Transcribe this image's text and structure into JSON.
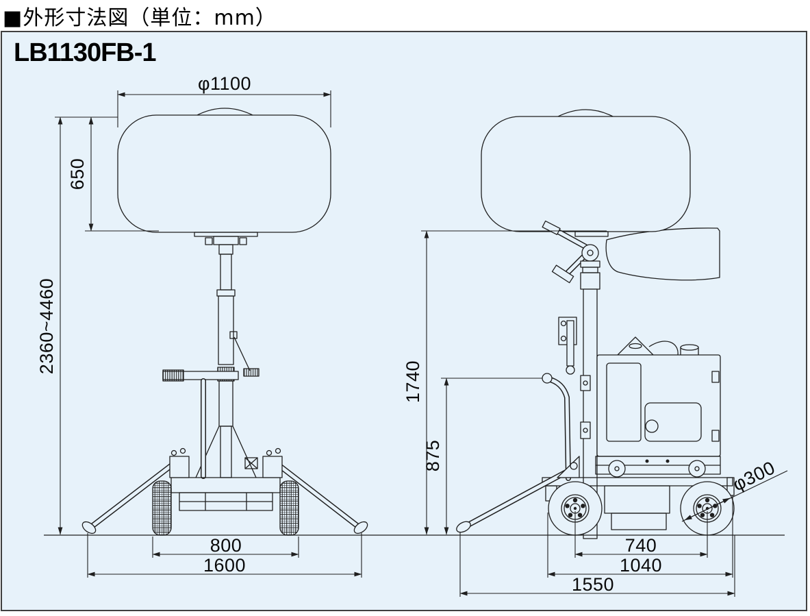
{
  "header": {
    "title": "■外形寸法図（単位：mm）"
  },
  "panel": {
    "model": "LB1130FB-1"
  },
  "front_view": {
    "dims": {
      "balloon_diameter": "φ1100",
      "balloon_height": "650",
      "overall_height_range": "2360~4460",
      "wheel_track": "800",
      "outrigger_spread": "1600"
    }
  },
  "side_view": {
    "dims": {
      "lowered_height": "1740",
      "handle_height": "875",
      "wheel_diameter": "φ300",
      "wheelbase": "740",
      "body_length": "1040",
      "overall_length": "1550"
    }
  },
  "colors": {
    "panel_background": "#e7f2fa",
    "line": "#1f1f1f",
    "frame_border": "#404040",
    "text": "#000000"
  }
}
